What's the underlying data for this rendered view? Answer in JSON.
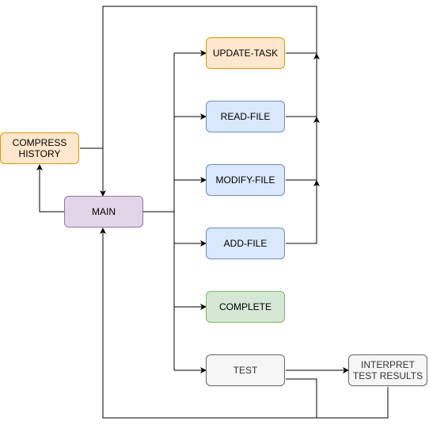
{
  "diagram": {
    "nodes": [
      {
        "id": "update-task",
        "label": "UPDATE-TASK",
        "fill": "#ffe6cc",
        "stroke": "#d79b00"
      },
      {
        "id": "read-file",
        "label": "READ-FILE",
        "fill": "#dae8fc",
        "stroke": "#6c8ebf"
      },
      {
        "id": "compress-history",
        "label": "COMPRESS\nHISTORY",
        "fill": "#ffe6cc",
        "stroke": "#d79b00"
      },
      {
        "id": "modify-file",
        "label": "MODIFY-FILE",
        "fill": "#dae8fc",
        "stroke": "#6c8ebf"
      },
      {
        "id": "main",
        "label": "MAIN",
        "fill": "#e1d5e7",
        "stroke": "#9673a6"
      },
      {
        "id": "add-file",
        "label": "ADD-FILE",
        "fill": "#dae8fc",
        "stroke": "#6c8ebf"
      },
      {
        "id": "complete",
        "label": "COMPLETE",
        "fill": "#d5e8d4",
        "stroke": "#82b366"
      },
      {
        "id": "test",
        "label": "TEST",
        "fill": "#f5f5f5",
        "stroke": "#666666"
      },
      {
        "id": "interpret-test-results",
        "label": "INTERPRET\nTEST RESULTS",
        "fill": "#f5f5f5",
        "stroke": "#666666"
      }
    ],
    "edges": [
      {
        "from": "main",
        "to": "update-task"
      },
      {
        "from": "main",
        "to": "read-file"
      },
      {
        "from": "main",
        "to": "modify-file"
      },
      {
        "from": "main",
        "to": "add-file"
      },
      {
        "from": "main",
        "to": "complete"
      },
      {
        "from": "main",
        "to": "test"
      },
      {
        "from": "main",
        "to": "compress-history"
      },
      {
        "from": "compress-history",
        "to": "main"
      },
      {
        "from": "update-task",
        "to": "main"
      },
      {
        "from": "read-file",
        "to": "main"
      },
      {
        "from": "modify-file",
        "to": "main"
      },
      {
        "from": "add-file",
        "to": "main"
      },
      {
        "from": "test",
        "to": "interpret-test-results"
      },
      {
        "from": "test",
        "to": "main"
      },
      {
        "from": "interpret-test-results",
        "to": "main"
      }
    ],
    "edge_color": "#000000"
  }
}
